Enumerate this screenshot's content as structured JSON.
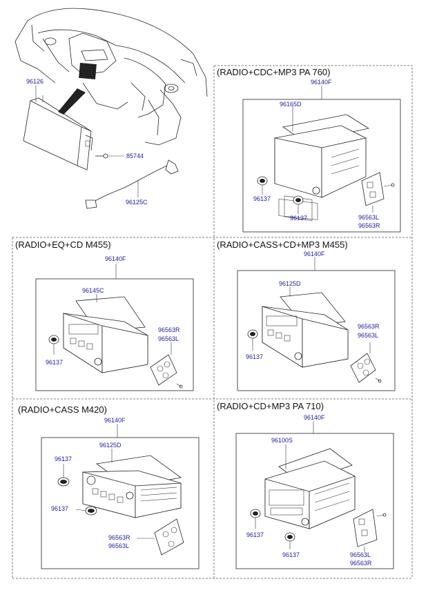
{
  "dashboard": {
    "labels": {
      "p96126": "96126",
      "p85744": "85744",
      "p96125c": "96125C"
    }
  },
  "panels": [
    {
      "title": "(RADIO+CDC+MP3 PA 760)",
      "assembly": "96140F",
      "unit": "96165D",
      "knob_a": "96137",
      "knob_b": "96137",
      "bracket_a": "96563L",
      "bracket_b": "96563R"
    },
    {
      "title": "(RADIO+EQ+CD M455)",
      "assembly": "96140F",
      "unit": "96145C",
      "knob_a": "96137",
      "bracket_a": "96563R",
      "bracket_b": "96563L"
    },
    {
      "title": "(RADIO+CASS+CD+MP3 M455)",
      "assembly": "96140F",
      "unit": "96125D",
      "knob_a": "96137",
      "bracket_a": "96563R",
      "bracket_b": "96563L"
    },
    {
      "title": "(RADIO+CASS M420)",
      "assembly": "96140F",
      "unit": "96125D",
      "knob_a": "96137",
      "knob_b": "96137",
      "bracket_a": "96563R",
      "bracket_b": "96563L"
    },
    {
      "title": "(RADIO+CD+MP3 PA 710)",
      "assembly": "96140F",
      "unit": "96100S",
      "knob_a": "96137",
      "knob_b": "96137",
      "bracket_a": "96563L",
      "bracket_b": "96563R"
    }
  ]
}
